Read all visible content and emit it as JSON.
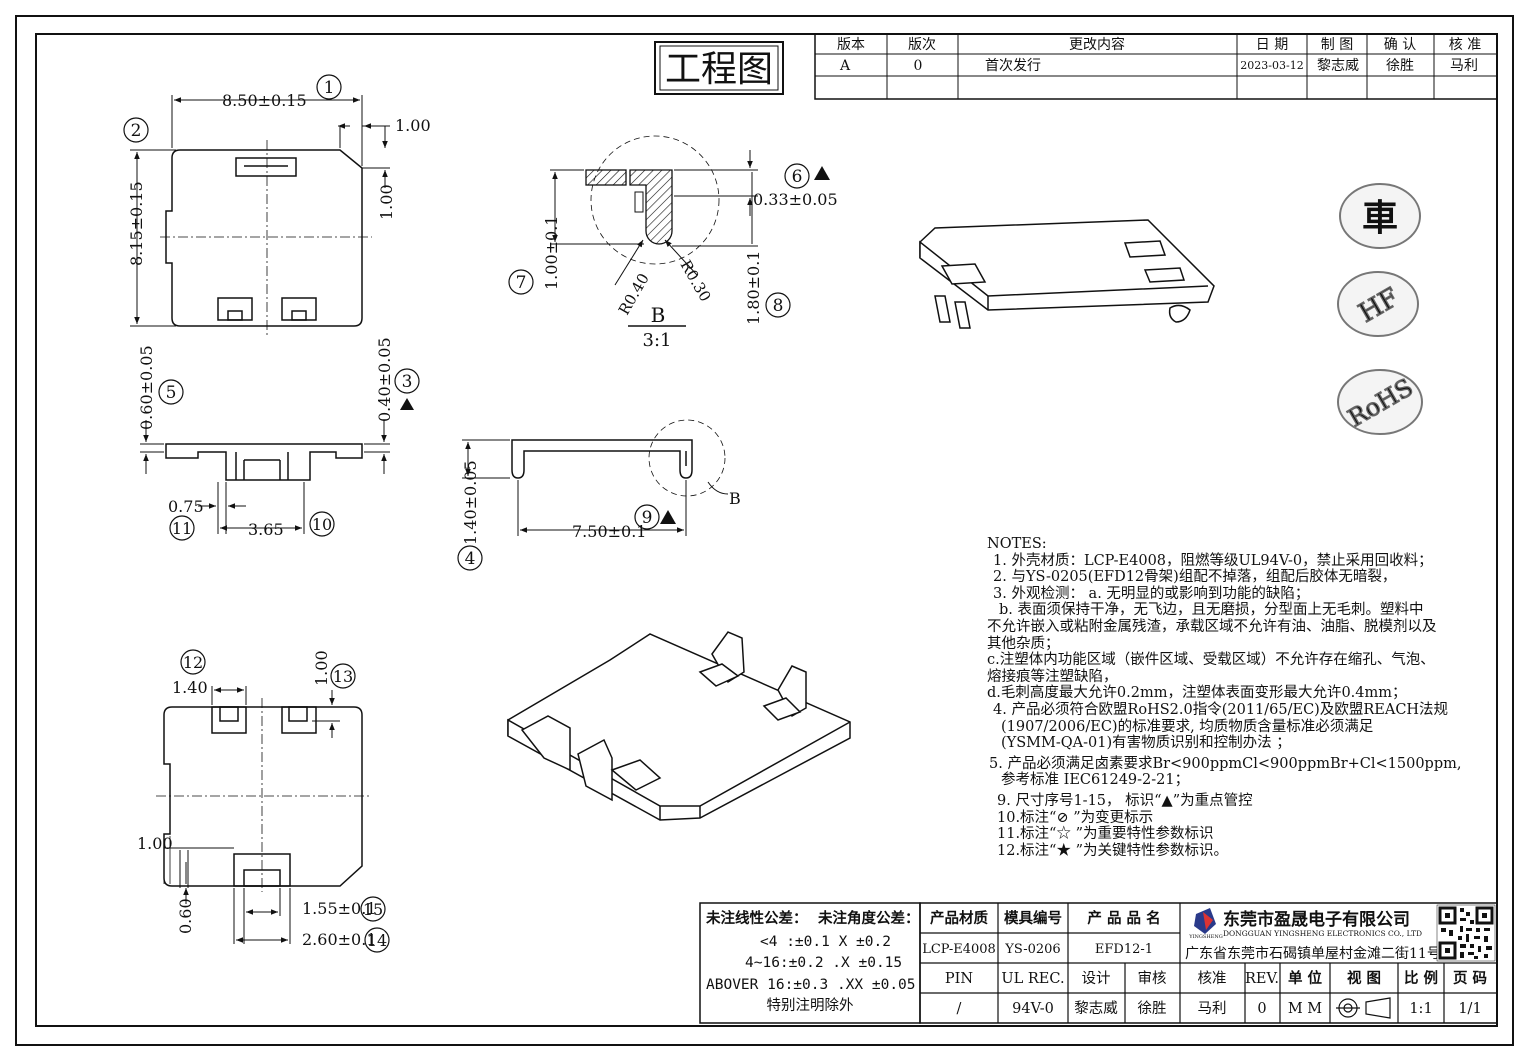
{
  "title_stamp": "工程图",
  "revision_table": {
    "headers": [
      "版本",
      "版次",
      "更改内容",
      "日 期",
      "制 图",
      "确 认",
      "核 准"
    ],
    "rows": [
      [
        "A",
        "0",
        "首次发行",
        "2023-03-12",
        "黎志威",
        "徐胜",
        "马利"
      ]
    ]
  },
  "dimensions": {
    "top_width": "8.50±0.15",
    "top_height": "8.15±0.15",
    "corner_1": "1.00",
    "corner_2": "1.00",
    "detail_thickness": "0.33±0.05",
    "detail_height_left": "1.00±0.1",
    "detail_height_right": "1.80±0.1",
    "radius_1": "R0.40",
    "radius_2": "R0.30",
    "detail_label": "B",
    "detail_scale": "3:1",
    "side_left_thk": "0.60±0.05",
    "side_right_thk": "0.40±0.05",
    "side_small": "0.75",
    "side_width": "3.65",
    "front_height": "1.40±0.05",
    "front_width": "7.50±0.1",
    "front_callout": "B",
    "bottom_140": "1.40",
    "bottom_100a": "1.00",
    "bottom_100b": "1.00",
    "bottom_060": "0.60",
    "bottom_155": "1.55±0.1",
    "bottom_260": "2.60±0.1"
  },
  "balloons": [
    "1",
    "2",
    "3",
    "4",
    "5",
    "6",
    "7",
    "8",
    "9",
    "10",
    "11",
    "12",
    "13",
    "14",
    "15"
  ],
  "stamps": {
    "car": "車",
    "hf": "HF",
    "rohs": "RoHS"
  },
  "notes": {
    "header": "NOTES:",
    "lines": [
      "1. 外壳材质：LCP-E4008，阻燃等级UL94V-0，禁止采用回收料；",
      "2. 与YS-0205(EFD12骨架)组配不掉落，组配后胶体无暗裂，",
      "3. 外观检测： a. 无明显的或影响到功能的缺陷；",
      "   b. 表面须保持干净，无飞边，且无磨损，分型面上无毛刺。塑料中",
      "不允许嵌入或粘附金属残渣，承载区域不允许有油、油脂、脱模剂以及",
      "其他杂质；",
      "c.注塑体内功能区域（嵌件区域、受载区域）不允许存在缩孔、气泡、",
      "熔接痕等注塑缺陷，",
      "d.毛刺高度最大允许0.2mm，注塑体表面变形最大允许0.4mm；",
      "4. 产品必须符合欧盟RoHS2.0指令(2011/65/EC)及欧盟REACH法规",
      "   (1907/2006/EC)的标准要求, 均质物质含量标准必须满足",
      "   (YSMM-QA-01)有害物质识别和控制办法 ；",
      "5. 产品必须满足卤素要求Br<900ppmCl<900ppmBr+Cl<1500ppm,",
      "   参考标准 IEC61249-2-21；",
      "9. 尺寸序号1-15， 标识“▲”为重点管控",
      "10.标注“⊘ ”为变更标示",
      "11.标注“☆ ”为重要特性参数标识",
      "12.标注“★ ”为关键特性参数标识。"
    ]
  },
  "tolerance_block": {
    "linear_title": "未注线性公差：",
    "angle_title": "未注角度公差：",
    "r1": "<4 :±0.1  X ±0.2",
    "r2": "4~16:±0.2  .X ±0.15",
    "r3": "ABOVER 16:±0.3  .XX ±0.05",
    "r4": "特别注明除外"
  },
  "title_block": {
    "h_material": "产品材质",
    "h_mold": "模具编号",
    "h_name": "产 品 品 名",
    "material": "LCP-E4008",
    "mold": "YS-0206",
    "name": "EFD12-1",
    "pin_label": "PIN",
    "pin": "/",
    "ul_label": "UL REC.",
    "ul": "94V-0",
    "design_label": "设计",
    "design": "黎志威",
    "review_label": "审核",
    "review": "徐胜",
    "approve_label": "核准",
    "approve": "马利",
    "rev_label": "REV.",
    "rev": "0",
    "unit_label": "单 位",
    "unit": "M M",
    "view_label": "视 图",
    "scale_label": "比 例",
    "scale": "1:1",
    "page_label": "页 码",
    "page": "1/1",
    "company_cn": "东莞市盈晟电子有限公司",
    "company_en": "DONGGUAN YINGSHENG ELECTRONICS CO., LTD",
    "company_logo_text": "YINGSHENG",
    "address": "广东省东莞市石碣镇单屋村金滩二街11号"
  }
}
